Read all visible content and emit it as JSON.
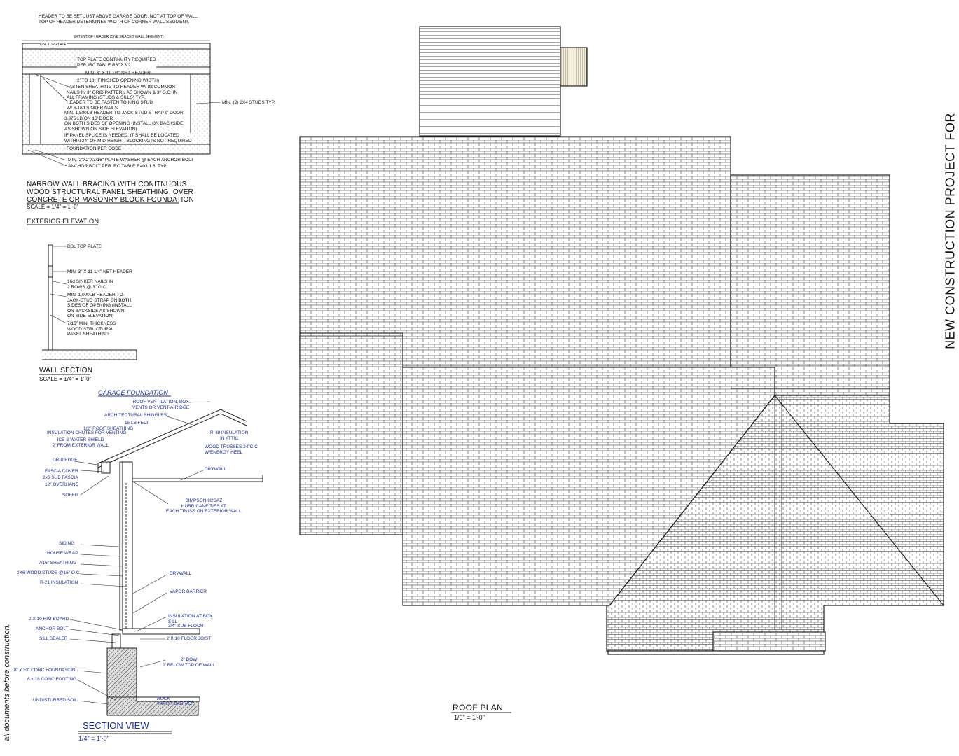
{
  "sheet": {
    "side_title": "NEW CONSTRUCTION PROJECT FOR",
    "left_margin_note": "all documents before construction."
  },
  "exterior_elevation": {
    "header_note_line1": "HEADER TO BE SET JUST ABOVE GARAGE DOOR, NOT AT TOP OF WALL,",
    "header_note_line2": "TOP OF HEADER DETERMINES WIDTH OF CORNER WALL SEGMENT.",
    "extent_label": "EXTENT OF HEADER (ONE BRACED WALL SEGMENT)",
    "dbl_top_plate": "DBL TOP PLATE",
    "top_plate_line1": "TOP PLATE CONTINUITY REQUIRED",
    "top_plate_line2": "PER IRC TABLE R602.3.2",
    "net_header": "MIN. 3\" X 11 1/4\" NET HEADER",
    "opening": "2' TO 18' (FINISHED OPENING WIDTH)",
    "fasten_line1": "FASTEN SHEATHING TO HEADER W/ 8d COMMON",
    "fasten_line2": "NAILS IN 3\" GRID PATTERN AS SHOWN & 3\" O.C. IN",
    "fasten_line3": "ALL FRAMING (STUDS & SILLS) TYP.",
    "king_line1": "HEADER TO BE FASTEN TO KING STUD",
    "king_line2": "W/ 6-16d SINKER NAILS",
    "strap_line1": "MIN. 1,500LB HEADER-TO-JACK-STUD STRAP 9' DOOR",
    "strap_line2": "3,375 LB ON 16' DOOR",
    "strap_line3": "ON BOTH SIDES OF OPENING (INSTALL ON BACKSIDE",
    "strap_line4": "AS SHOWN ON SIDE ELEVATION)",
    "splice_line1": "IF PANEL SPLICE IS NEEDED, IT SHALL BE LOCATED",
    "splice_line2": "WITHIN 24\" OF MID-HEIGHT. BLOCKING IS NOT REQUIRED",
    "foundation": "FOUNDATION PER CODE",
    "washer": "MIN. 2\"X2\"X3/16\" PLATE WASHER @ EACH ANCHOR BOLT",
    "anchor": "ANCHOR BOLT PER IRC TABLE R403.1.6. TYP.",
    "studs": "MIN. (2) 2X4 STUDS  TYP.",
    "title_line1": "NARROW WALL BRACING WITH CONITNUOUS",
    "title_line2": "WOOD STRUCTURAL PANEL SHEATHING, OVER",
    "title_line3": "CONCRETE OR MASONRY BLOCK FOUNDATION",
    "scale": "SCALE = 1/4\" = 1'-0\"",
    "subtitle": "EXTERIOR ELEVATION"
  },
  "wall_section": {
    "dbl_top_plate": "DBL TOP PLATE",
    "net_header": "MIN. 3\" X 11 1/4\" NET HEADER",
    "sinker_line1": "16d SINKER NAILS IN",
    "sinker_line2": "2 ROWS @ 3\" O.C.",
    "strap_line1": "MIN. 1,000LB HEADER-TO-",
    "strap_line2": "JACK-STUD STRAP ON BOTH",
    "strap_line3": "SIDES OF OPENING (INSTALL",
    "strap_line4": "ON BACKSIDE AS SHOWN",
    "strap_line5": "ON SIDE ELEVATION)",
    "panel_line1": "7/16\" MIN. THICKNESS",
    "panel_line2": "WOOD STRUCTURAL",
    "panel_line3": "PANEL SHEATHING",
    "title": "WALL SECTION",
    "scale": "SCALE = 1/4\" = 1'-0\""
  },
  "section_view": {
    "garage_foundation": "GARAGE FOUNDATION",
    "roof_vent_line1": "ROOF VENTILATION, BOX",
    "roof_vent_line2": "VENTS OR VENT-A-RIDGE",
    "shingles": "ARCHITECTURAL SHINGLES",
    "felt": "15 LB FELT",
    "sheathing": "1/2\" ROOF SHEATHING",
    "chutes": "INSULATION CHUTES FOR VENTING",
    "ice_line1": "ICE & WATER SHIELD",
    "ice_line2": "2' FROM EXTERIOR WALL",
    "r49_line1": "R-49 INSULATION",
    "r49_line2": "IN ATTIC",
    "trusses_line1": "WOOD TRUSSES 24\"C.C",
    "trusses_line2": "W/ENERGY HEEL",
    "drip": "DRIP EDGE",
    "fascia_cover": "FASCIA COVER",
    "sub_fascia": "2x6 SUB FASCIA",
    "overhang": "12\" OVERHANG",
    "drywall_top": "DRYWALL",
    "soffit": "SOFFIT",
    "simpson_line1": "SIMPSON H2SAZ",
    "simpson_line2": "HURRICANE TIES AT",
    "simpson_line3": "EACH TRUSS ON EXTERIOR WALL",
    "siding": "SIDING",
    "house_wrap": "HOUSE WRAP",
    "wall_sheathing": "7/16\"  SHEATHING",
    "studs": "2X6 WOOD STUDS @16\" O.C.",
    "r21": "R-21 INSULATION",
    "drywall_wall": "DRYWALL",
    "vapor": "VAPOR BARRIER",
    "rim": "2 X 10 RIM BOARD",
    "box_line1": "INSULATION AT BOX",
    "box_line2": "SILL",
    "subfloor": "3/4\" SUB FLOOR",
    "anchor": "ANCHOR BOLT",
    "sill": "SILL SEALER",
    "joist": "2 X 10 FLOOR JOIST",
    "dow_line1": "2\" DOW",
    "dow_line2": "2' BELOW TOP OF WALL",
    "conc_found": "8\" x 30\" CONC FOUNDATION",
    "footing": "8 x 18 CONC FOOTING",
    "soil": "UNDISTURBED SOIL",
    "rock": "ROCK",
    "vapor_barrier": "VAPOR BARRIER",
    "title": "SECTION VIEW",
    "scale": "1/4\" = 1'-0\""
  },
  "roof_plan": {
    "title": "ROOF PLAN",
    "scale": "1/8\" = 1'-0\""
  }
}
